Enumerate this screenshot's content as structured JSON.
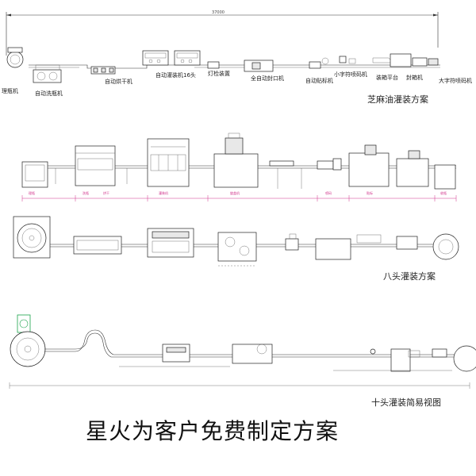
{
  "section1": {
    "overall_dimension": "37000",
    "title": "芝麻油灌装方案",
    "stations": [
      {
        "label": "理瓶机"
      },
      {
        "label": "自动洗瓶机"
      },
      {
        "label": "自动烘干机"
      },
      {
        "label": "自动灌装机16头"
      },
      {
        "label": "灯检装置"
      },
      {
        "label": "全自动封口机"
      },
      {
        "label": "自动贴标机"
      },
      {
        "label": "小字符喷码机"
      },
      {
        "label": "装箱平台"
      },
      {
        "label": "封箱机"
      },
      {
        "label": "大字符喷码机"
      }
    ]
  },
  "section2": {
    "labels": [
      "理瓶",
      "洗瓶",
      "烘干",
      "灌装机",
      "旋盖机",
      "喷码",
      "贴标",
      "收瓶"
    ]
  },
  "section3": {
    "title": "八头灌装方案"
  },
  "section4": {
    "title": "十头灌装简易视图"
  },
  "slogan": "星火为客户免费制定方案"
}
